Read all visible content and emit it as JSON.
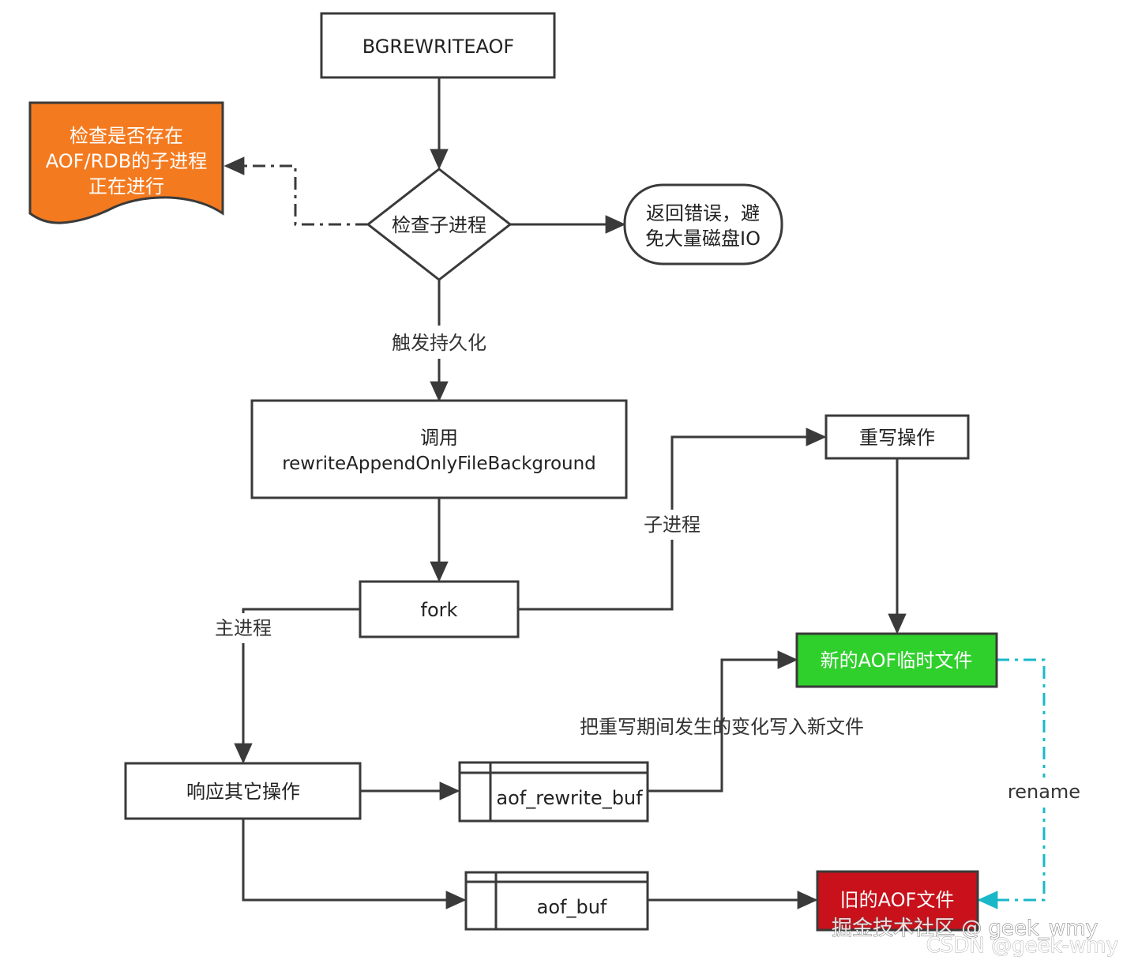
{
  "colors": {
    "stroke": "#3a3a3a",
    "doc_fill": "#f47a1f",
    "new_file_fill": "#2fd02c",
    "old_file_fill": "#c8111a",
    "rename_line": "#19b8c9",
    "white_text": "#ffffff"
  },
  "nodes": {
    "bgrewrite": "BGREWRITEAOF",
    "check_doc": [
      "检查是否存在",
      "AOF/RDB的子进程",
      "正在进行"
    ],
    "check_child": "检查子进程",
    "return_error": [
      "返回错误，避",
      "免大量磁盘IO"
    ],
    "call_fn": [
      "调用",
      "rewriteAppendOnlyFileBackground"
    ],
    "fork": "fork",
    "rewrite_op": "重写操作",
    "respond": "响应其它操作",
    "aof_rewrite_buf": "aof_rewrite_buf",
    "aof_buf": "aof_buf",
    "new_aof": "新的AOF临时文件",
    "old_aof": "旧的AOF文件"
  },
  "edges": {
    "trigger": "触发持久化",
    "child_process": "子进程",
    "main_process": "主进程",
    "write_changes": "把重写期间发生的变化写入新文件",
    "rename": "rename"
  },
  "watermark": {
    "line1": "掘金技术社区 @ geek_wmy",
    "line2": "CSDN @geek-wmy"
  }
}
